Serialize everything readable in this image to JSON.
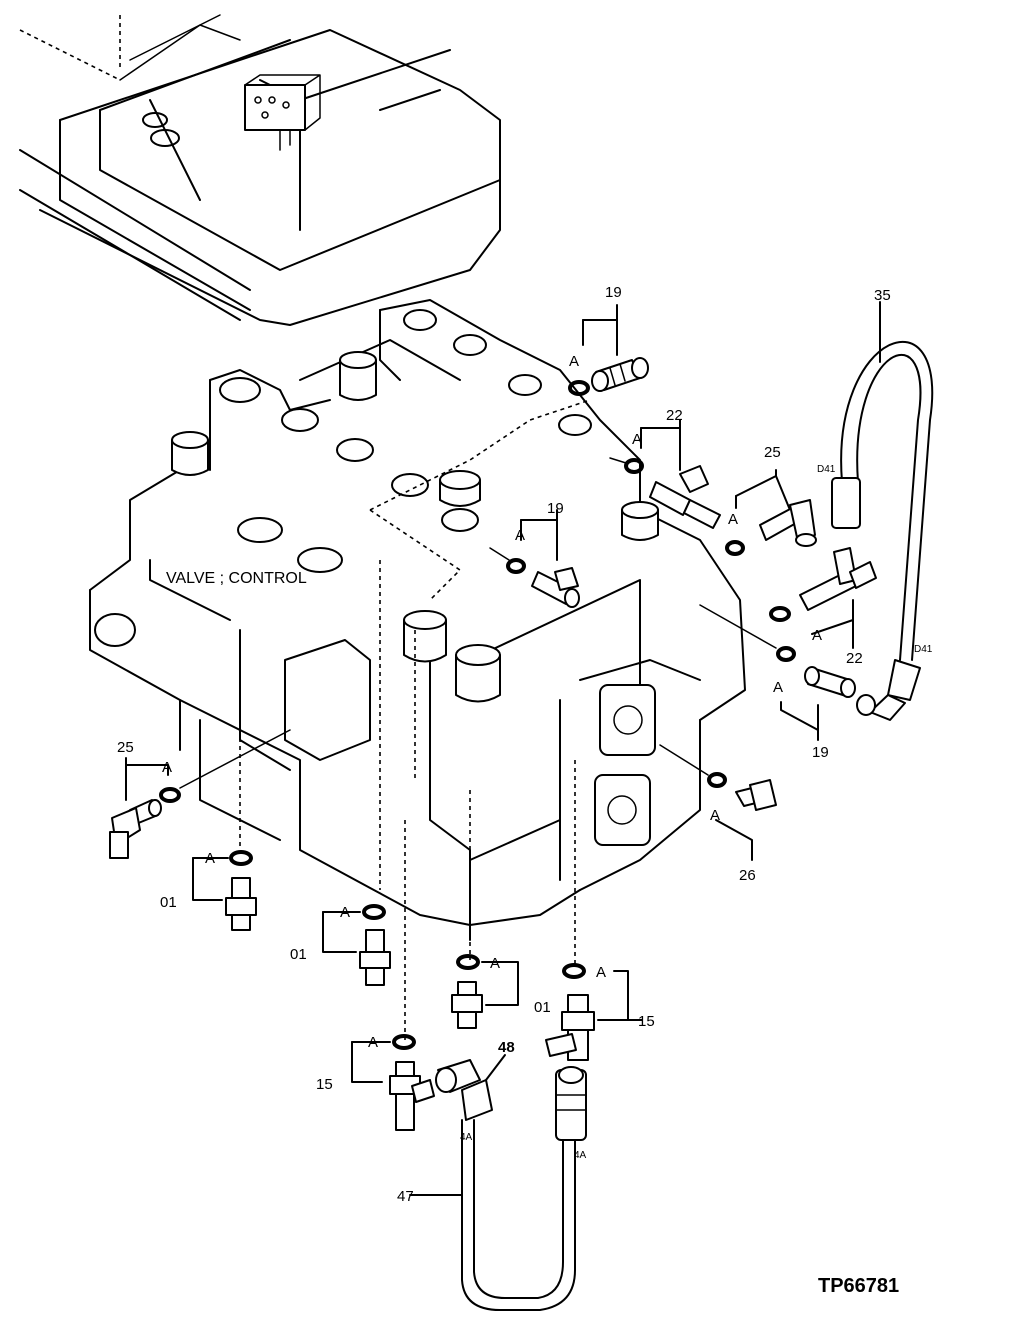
{
  "figure_id": "TP66781",
  "main_label": "VALVE ; CONTROL",
  "seal_letter": "A",
  "hose_labels": {
    "hose_35_end": "D41",
    "hose_47_end": "4A"
  },
  "callouts": {
    "c19_top": "19",
    "c19_mid": "19",
    "c19_right": "19",
    "c22_top": "22",
    "c22_right": "22",
    "c25_right": "25",
    "c25_left": "25",
    "c26": "26",
    "c35": "35",
    "c01_a": "01",
    "c01_b": "01",
    "c01_c": "01",
    "c15_a": "15",
    "c15_b": "15",
    "c47": "47",
    "c48": "48"
  }
}
